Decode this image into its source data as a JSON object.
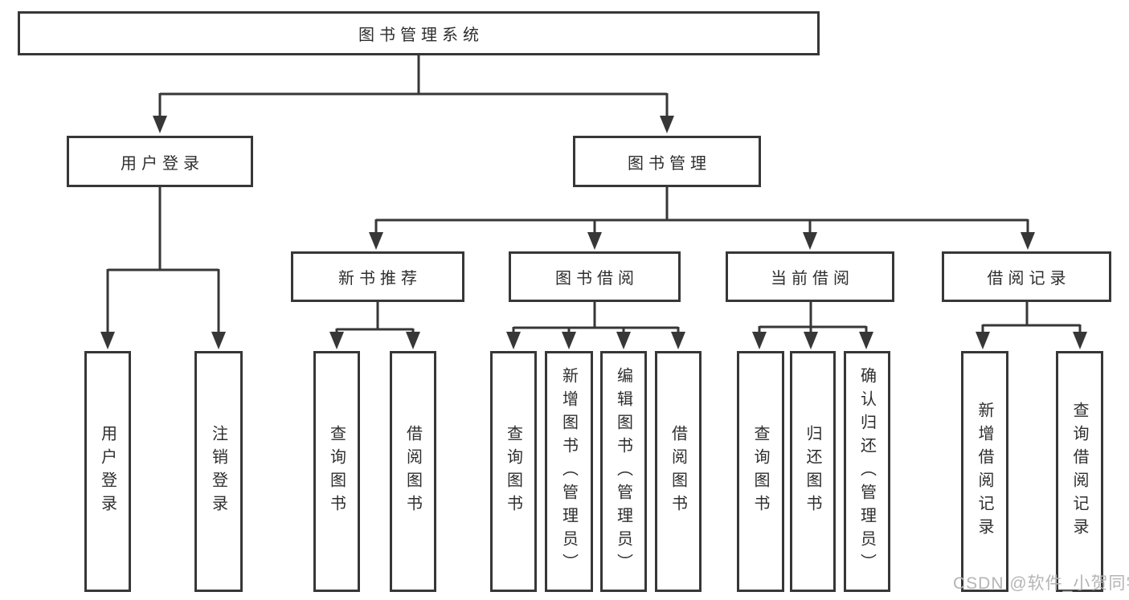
{
  "watermark": "CSDN @软件_小贺同学",
  "nodes": {
    "root": "图书管理系统",
    "user_login": "用户登录",
    "book_mgmt": "图书管理",
    "new_book_rec": "新书推荐",
    "book_borrow": "图书借阅",
    "current_borrow": "当前借阅",
    "borrow_record": "借阅记录",
    "leaf_user_login": "用户登录",
    "leaf_logout": "注销登录",
    "leaf_nbr_query": "查询图书",
    "leaf_nbr_borrow": "借阅图书",
    "leaf_bb_query": "查询图书",
    "leaf_bb_add": "新增图书（管理员）",
    "leaf_bb_edit": "编辑图书（管理员）",
    "leaf_bb_borrow": "借阅图书",
    "leaf_cb_query": "查询图书",
    "leaf_cb_return": "归还图书",
    "leaf_cb_confirm": "确认归还（管理员）",
    "leaf_br_add": "新增借阅记录",
    "leaf_br_query": "查询借阅记录"
  },
  "hierarchy": {
    "图书管理系统": {
      "用户登录": [
        "用户登录",
        "注销登录"
      ],
      "图书管理": {
        "新书推荐": [
          "查询图书",
          "借阅图书"
        ],
        "图书借阅": [
          "查询图书",
          "新增图书（管理员）",
          "编辑图书（管理员）",
          "借阅图书"
        ],
        "当前借阅": [
          "查询图书",
          "归还图书",
          "确认归还（管理员）"
        ],
        "借阅记录": [
          "新增借阅记录",
          "查询借阅记录"
        ]
      }
    }
  },
  "colors": {
    "line": "#373737",
    "text": "#2e2e2e",
    "watermark": "#b5b5b5",
    "background": "#ffffff"
  }
}
